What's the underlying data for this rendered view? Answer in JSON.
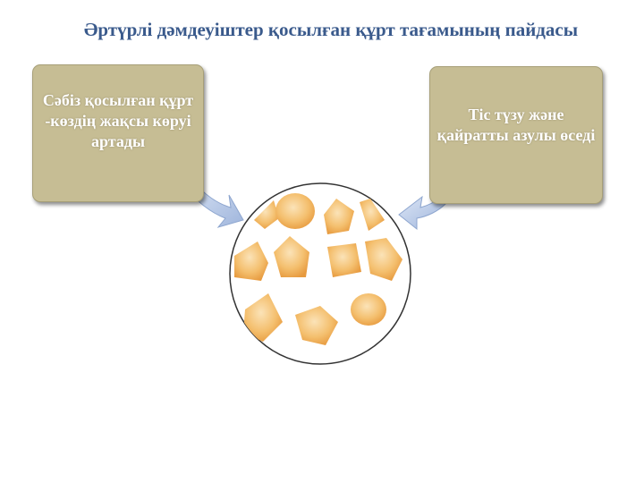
{
  "title": "Әртүрлі дәмдеуіштер қосылған құрт тағамының пайдасы",
  "boxes": {
    "left": "Сәбіз қосылған құрт -көздің жақсы көруі артады",
    "right": "Тіс түзу және қайратты азулы өседі"
  },
  "colors": {
    "title": "#3a5a8c",
    "box_fill": "#c6bd94",
    "arrow_fill": "#b9cbe8",
    "circle_stroke": "#333333",
    "kurt": "#f2b866"
  }
}
